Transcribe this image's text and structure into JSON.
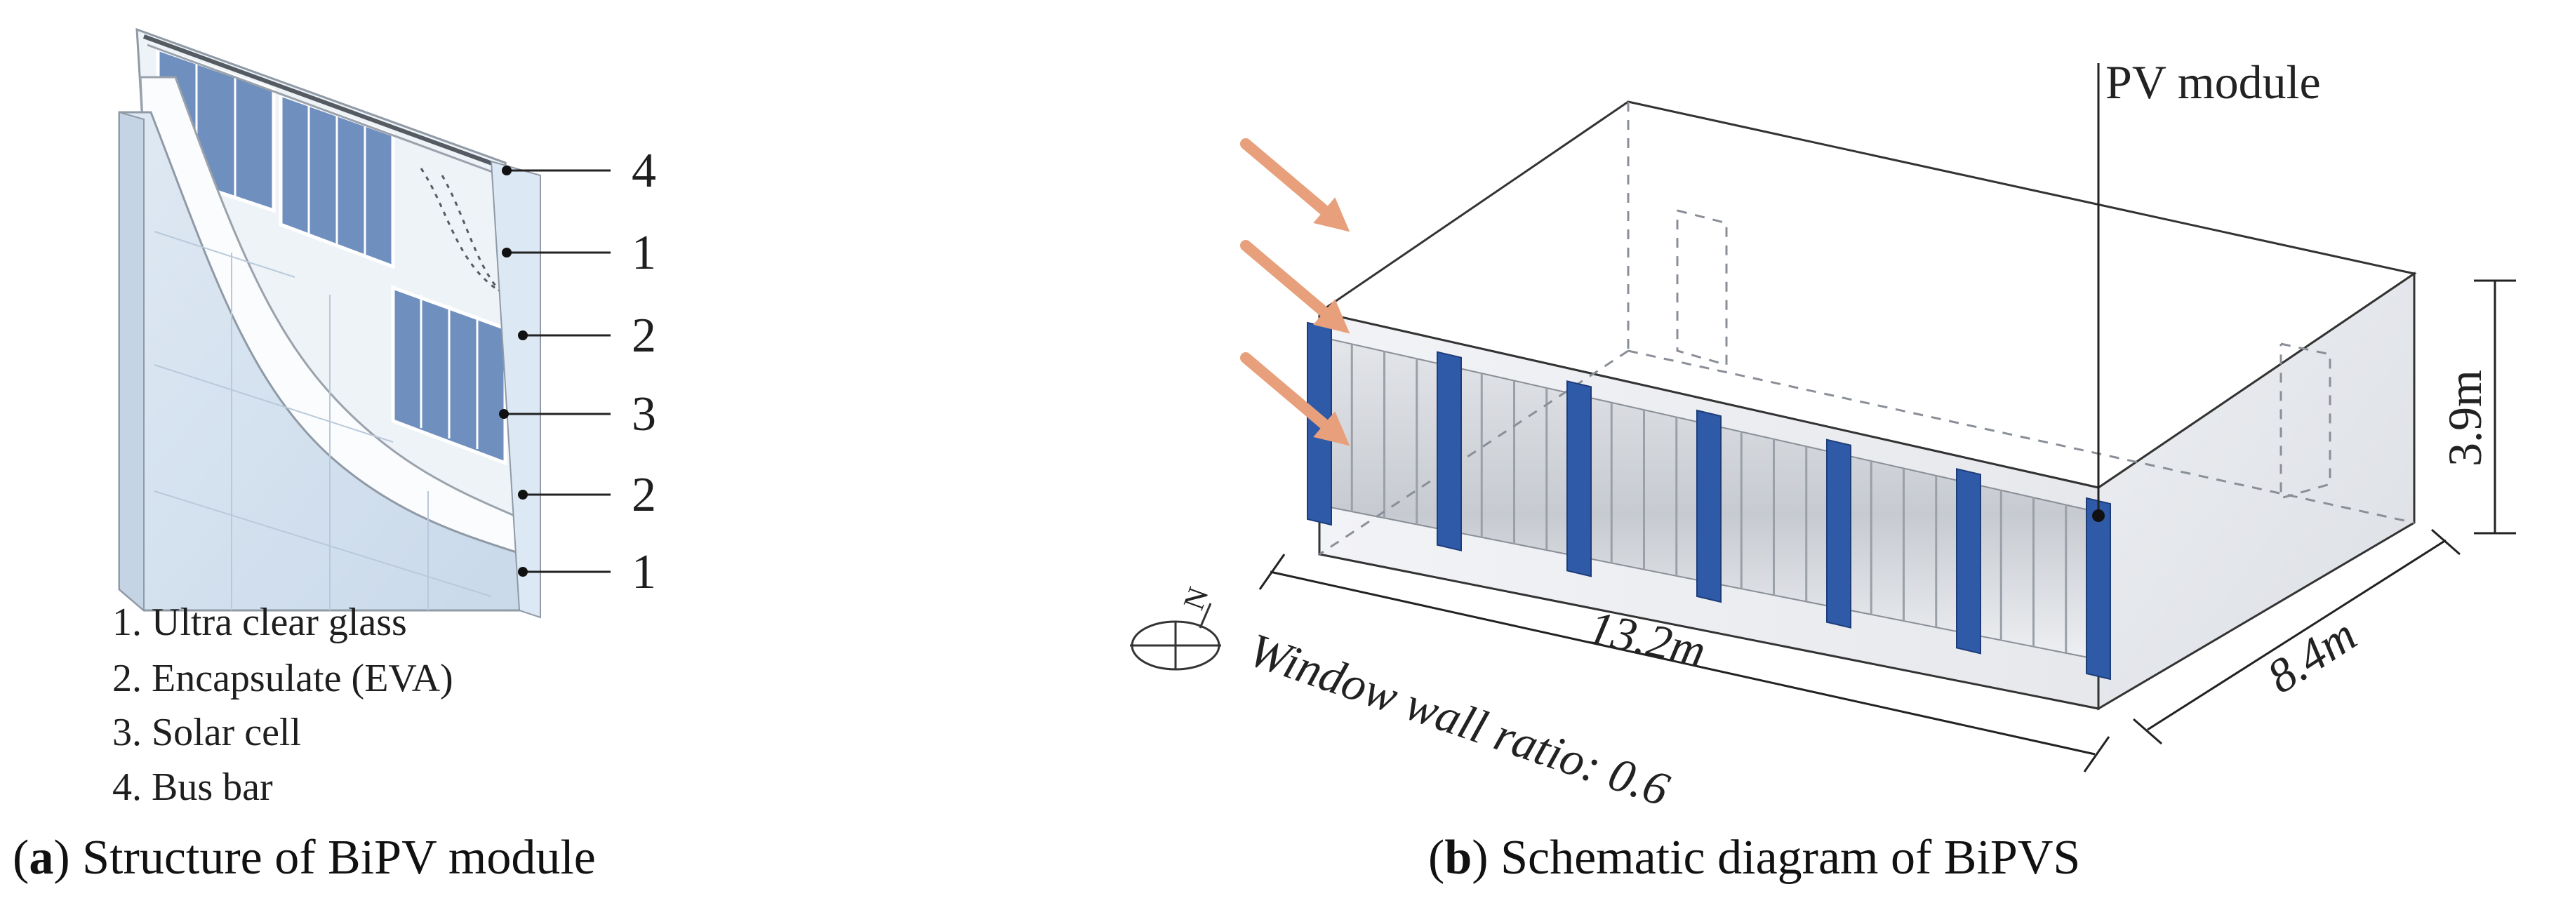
{
  "panel_a": {
    "callouts": [
      {
        "id": "c4",
        "num": "4"
      },
      {
        "id": "c1a",
        "num": "1"
      },
      {
        "id": "c2a",
        "num": "2"
      },
      {
        "id": "c3",
        "num": "3"
      },
      {
        "id": "c2b",
        "num": "2"
      },
      {
        "id": "c1b",
        "num": "1"
      }
    ],
    "legend": [
      "1. Ultra clear glass",
      "2. Encapsulate (EVA)",
      "3. Solar cell",
      "4. Bus bar"
    ],
    "caption": {
      "letter": "a",
      "text": " Structure of BiPV module"
    }
  },
  "panel_b": {
    "pv_label": "PV module",
    "height_label": "3.9m",
    "length_label": "13.2m",
    "depth_label": "8.4m",
    "wwr_label": "Window wall ratio: 0.6",
    "north_label": "N",
    "caption": {
      "letter": "b",
      "text": " Schematic diagram of BiPVS"
    }
  },
  "colors": {
    "cell_blue": "#6f8fbf",
    "glass_light": "#dce8f3",
    "pv_fin": "#2f5aa8",
    "sun_arrow": "#e8a07c",
    "outline": "#333333"
  }
}
